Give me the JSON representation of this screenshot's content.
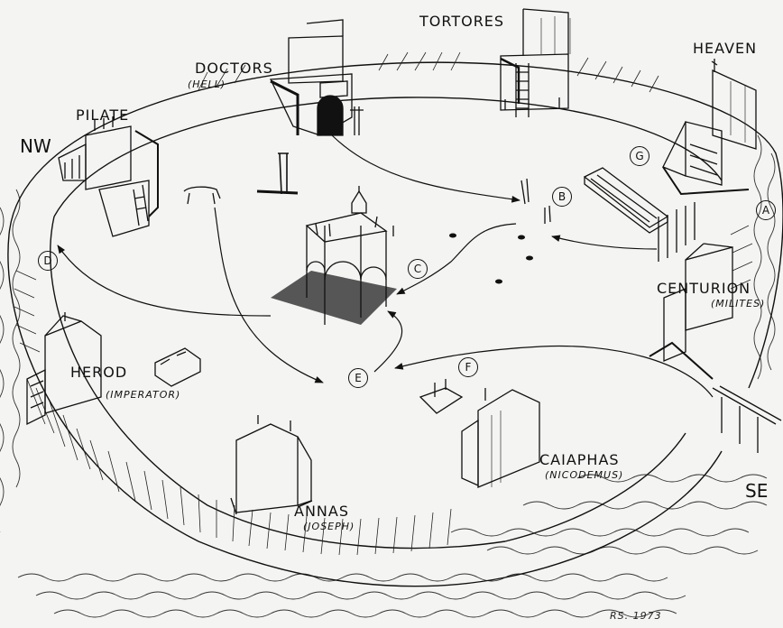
{
  "stations": {
    "tortores": "TORTORES",
    "heaven": "HEAVEN",
    "doctors": "DOCTORS",
    "doctors_sub": "(HELL)",
    "pilate": "PILATE",
    "centurion": "CENTURION",
    "centurion_sub": "(MILITES)",
    "herod": "HEROD",
    "herod_sub": "(IMPERATOR)",
    "annas": "ANNAS",
    "annas_sub": "(JOSEPH)",
    "caiaphas": "CAIAPHAS",
    "caiaphas_sub": "(NICODEMUS)"
  },
  "compass": {
    "nw": "NW",
    "se": "SE"
  },
  "markers": {
    "a": "A",
    "b": "B",
    "c": "C",
    "d": "D",
    "e": "E",
    "f": "F",
    "g": "G"
  },
  "signature": "RS. 1973",
  "ink_color": "#111111",
  "paper_color": "#f4f4f2"
}
